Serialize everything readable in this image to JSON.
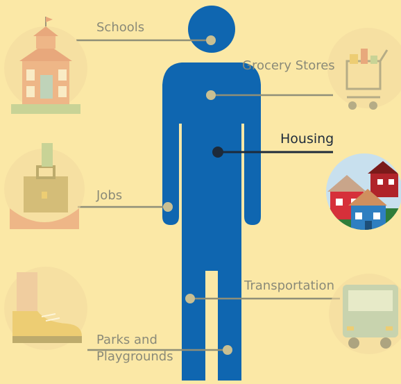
{
  "labels": {
    "schools": "Schools",
    "grocery": "Grocery Stores",
    "housing": "Housing",
    "jobs": "Jobs",
    "transportation": "Transportation",
    "parks": "Parks and\nPlaygrounds"
  },
  "colors": {
    "background": "#fbe8a6",
    "figure": "#0f66b0",
    "faded_line": "#8f8f78",
    "active_line": "#1d2a3a",
    "faded_icon_bg": "#f3dba0"
  },
  "icons": [
    "school-icon",
    "grocery-cart-icon",
    "houses-icon",
    "briefcase-icon",
    "sneaker-icon",
    "bus-icon"
  ]
}
